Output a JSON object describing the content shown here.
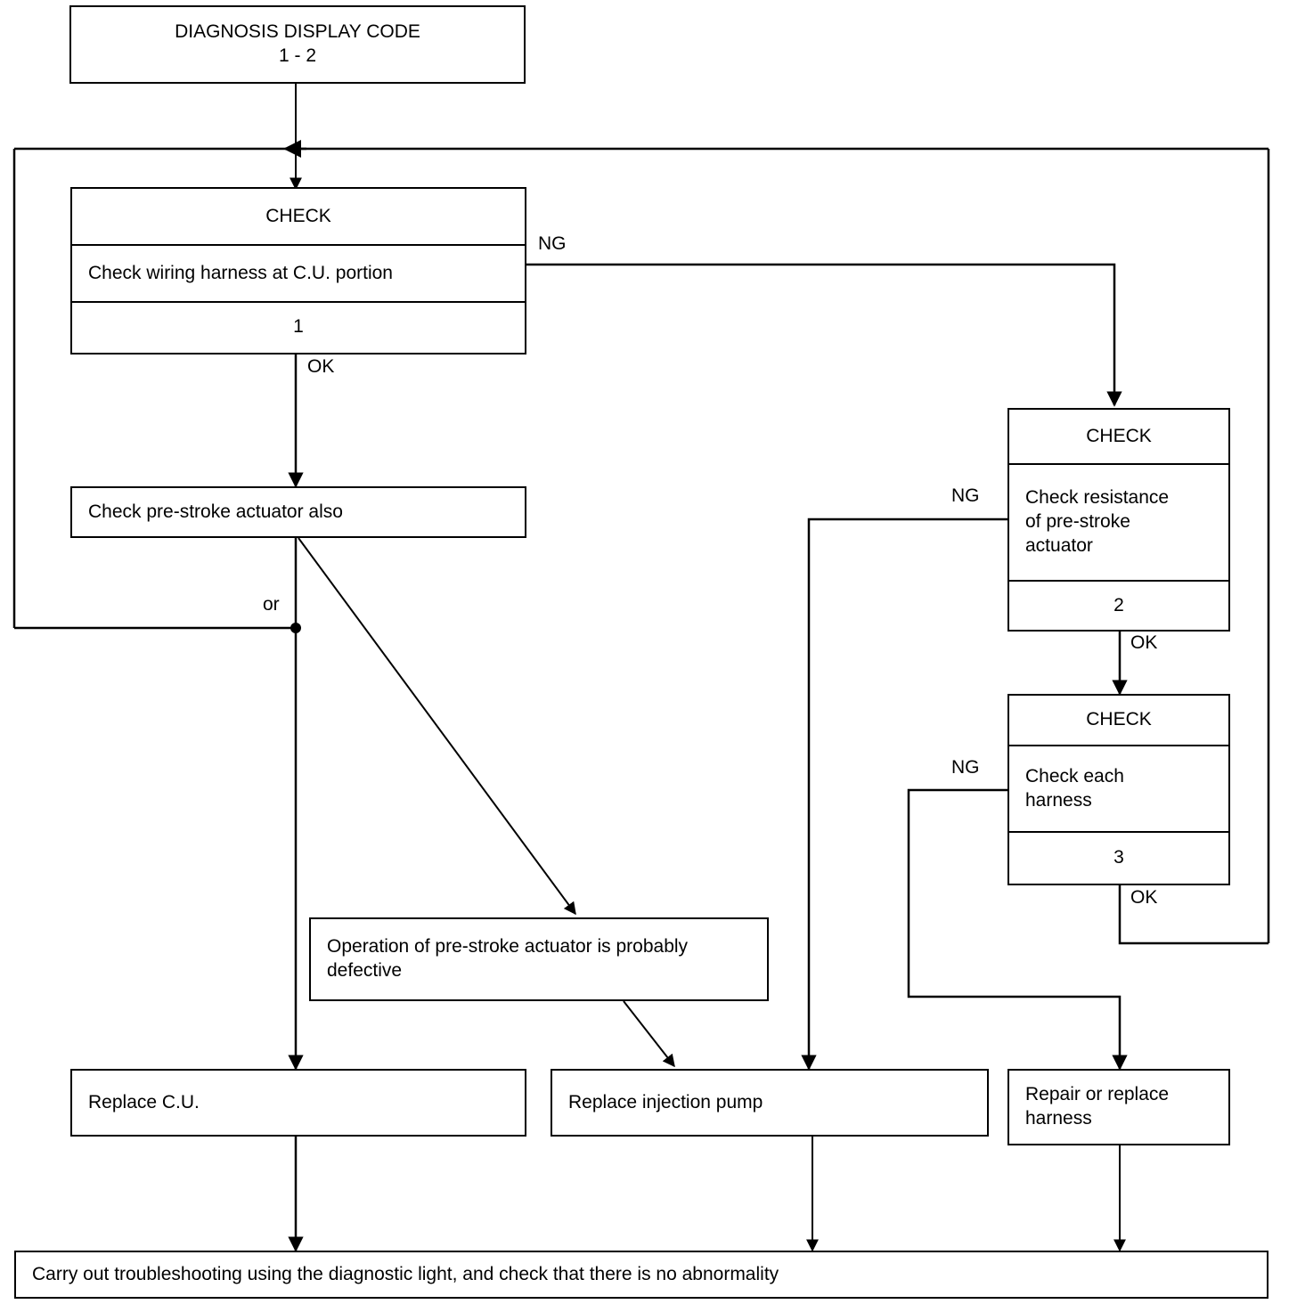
{
  "diagram": {
    "type": "troubleshooting-flowchart",
    "title": "DIAGNOSIS DISPLAY CODE 1 - 2",
    "nodes": {
      "start": {
        "line1": "DIAGNOSIS DISPLAY CODE",
        "line2": "1 - 2"
      },
      "check1": {
        "header": "CHECK",
        "body": "Check wiring harness at C.U. portion",
        "number": "1"
      },
      "prestroke": {
        "body": "Check pre-stroke actuator also"
      },
      "check2": {
        "header": "CHECK",
        "body": "Check resistance\nof pre-stroke\nactuator",
        "number": "2"
      },
      "check3": {
        "header": "CHECK",
        "body": "Check each\nharness",
        "number": "3"
      },
      "defective": {
        "body": "Operation of pre-stroke actuator is probably\ndefective"
      },
      "replace_cu": {
        "body": "Replace C.U."
      },
      "replace_pump": {
        "body": "Replace injection pump"
      },
      "repair_harness": {
        "body": "Repair or replace\nharness"
      },
      "final": {
        "body": "Carry out troubleshooting using the diagnostic light, and check that there is no abnormality"
      }
    },
    "edge_labels": {
      "check1_ng": "NG",
      "check1_ok": "OK",
      "check2_ng": "NG",
      "check2_ok": "OK",
      "check3_ng": "NG",
      "check3_ok": "OK",
      "prestroke_or": "or"
    },
    "colors": {
      "stroke": "#000000",
      "background": "#ffffff"
    }
  }
}
